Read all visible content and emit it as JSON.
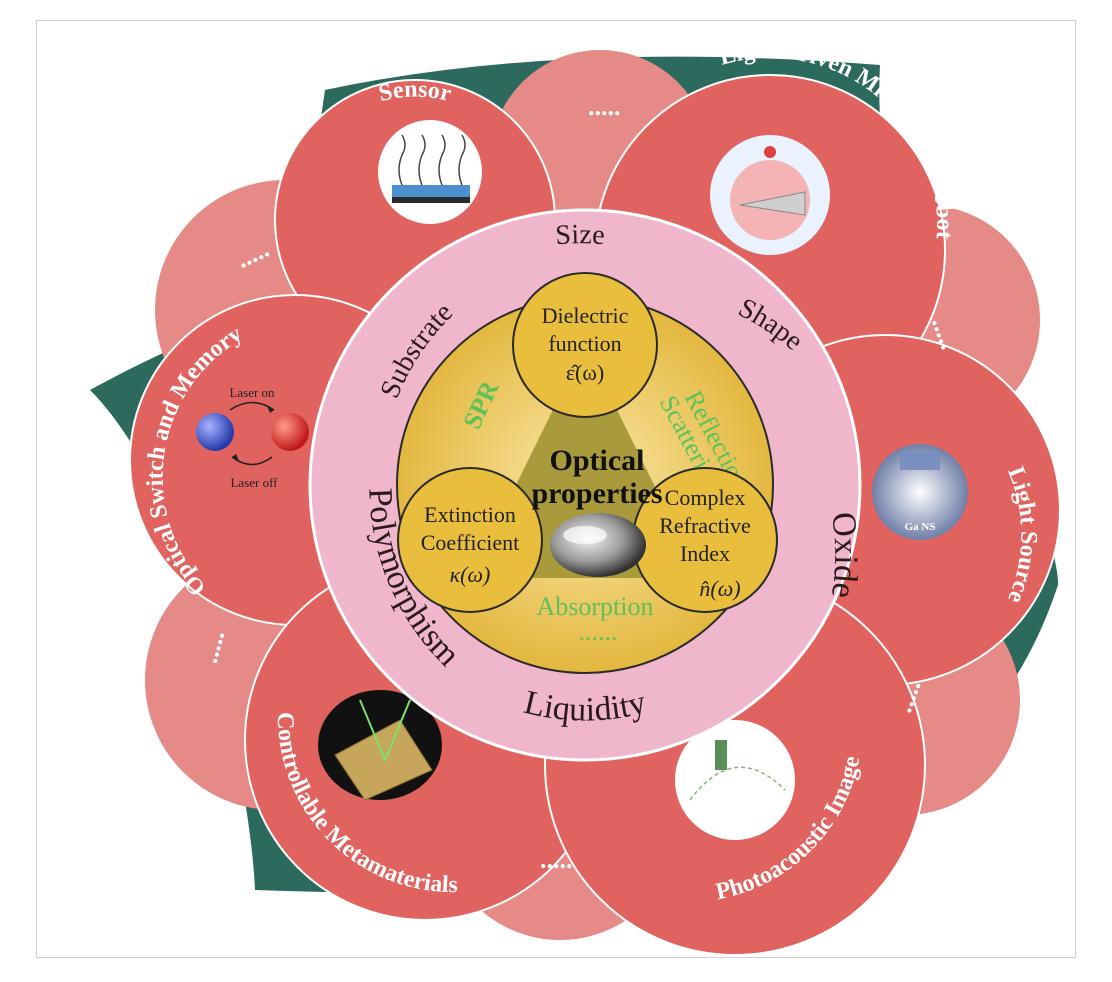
{
  "applications": {
    "sensor": "Sensor",
    "robot": "Light-driven Micro/nano Robot",
    "optical_switch": "Optical Switch and Memory",
    "light_source": "Light Source",
    "metamaterials": "Controllable  Metamaterials",
    "photoacoustic": "Photoacoustic Image"
  },
  "switch_inset": {
    "laser_on": "Laser on",
    "laser_off": "Laser off"
  },
  "light_source_inset": {
    "caption": "Ga NS"
  },
  "more_marker": ".....",
  "factors": {
    "size": "Size",
    "shape": "Shape",
    "substrate": "Substrate",
    "polymorphism": "Polymorphism",
    "oxide": "Oxide",
    "liquidity": "Liquidity"
  },
  "parameters": {
    "dielectric_line1": "Dielectric",
    "dielectric_line2": "function",
    "dielectric_symbol": "ε̂(ω)",
    "extinction_line1": "Extinction",
    "extinction_line2": "Coefficient",
    "extinction_symbol": "κ(ω)",
    "refractive_line1": "Complex",
    "refractive_line2": "Refractive",
    "refractive_line3": "Index",
    "refractive_symbol": "n̂(ω)"
  },
  "phenomena": {
    "spr": "SPR",
    "reflection": "Reflection",
    "scattering": "Scattering",
    "absorption": "Absorption",
    "more": "......"
  },
  "center": {
    "line1": "Optical",
    "line2": "properties"
  },
  "colors": {
    "petal": "#e06360",
    "petal_light": "#e58a86",
    "teal": "#2d6a5e",
    "pink_ring": "#efb6cc",
    "gold": "#e8be3c",
    "olive": "#a99a3c",
    "green_text": "#5cc25c"
  }
}
